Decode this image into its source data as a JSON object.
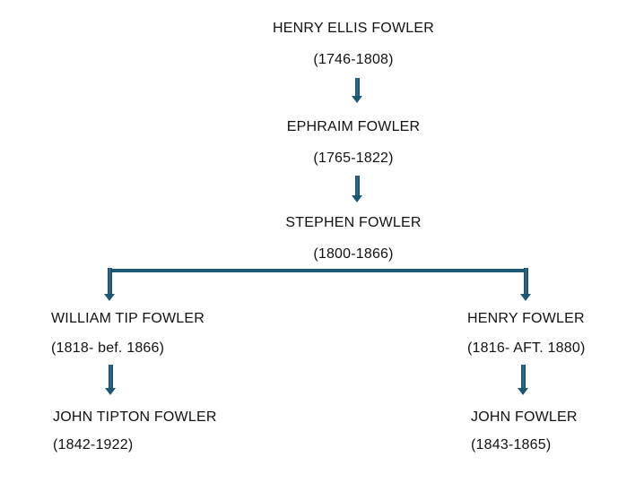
{
  "tree": {
    "lineage": [
      {
        "name": "HENRY ELLIS FOWLER",
        "dates": "(1746-1808)"
      },
      {
        "name": "EPHRAIM FOWLER",
        "dates": "(1765-1822)"
      },
      {
        "name": "STEPHEN FOWLER",
        "dates": "(1800-1866)"
      }
    ],
    "left_branch": [
      {
        "name": "WILLIAM TIP FOWLER",
        "dates": "(1818- bef. 1866)"
      },
      {
        "name": "JOHN TIPTON FOWLER",
        "dates": "(1842-1922)"
      }
    ],
    "right_branch": [
      {
        "name": "HENRY FOWLER",
        "dates": "(1816- AFT. 1880)"
      },
      {
        "name": "JOHN FOWLER",
        "dates": "(1843-1865)"
      }
    ],
    "colors": {
      "arrow": "#1d5872",
      "text": "#111111",
      "background": "#ffffff"
    }
  }
}
